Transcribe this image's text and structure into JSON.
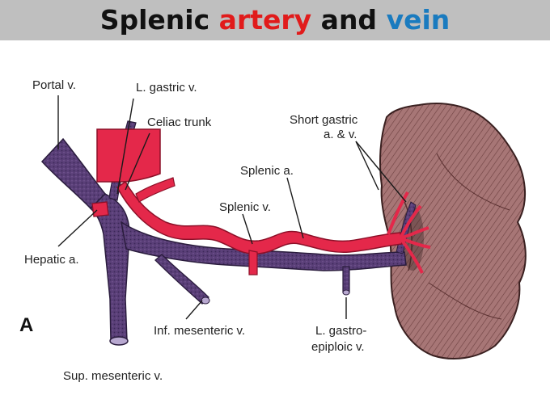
{
  "title": {
    "part1": "Splenic",
    "part2": "artery",
    "part3": "and",
    "part4": "vein",
    "colors": {
      "dark": "#111111",
      "artery": "#e11b1b",
      "vein": "#1a7bbf"
    }
  },
  "panel_letter": "A",
  "labels": {
    "portal_v": "Portal v.",
    "l_gastric_v": "L. gastric v.",
    "celiac_trunk": "Celiac trunk",
    "short_gastric_line1": "Short gastric",
    "short_gastric_line2": "a. & v.",
    "splenic_a": "Splenic a.",
    "splenic_v": "Splenic v.",
    "hepatic_a": "Hepatic a.",
    "inf_mesenteric_v": "Inf. mesenteric v.",
    "l_gastroepiploic_line1": "L. gastro-",
    "l_gastroepiploic_line2": "epiploic v.",
    "sup_mesenteric_v": "Sup. mesenteric v."
  },
  "colors": {
    "vein": "#5a3f78",
    "vein_outline": "#2a1c3d",
    "artery": "#e4284a",
    "artery_outline": "#8c1028",
    "spleen": "#9c6a6a",
    "spleen_outline": "#3a2020"
  }
}
